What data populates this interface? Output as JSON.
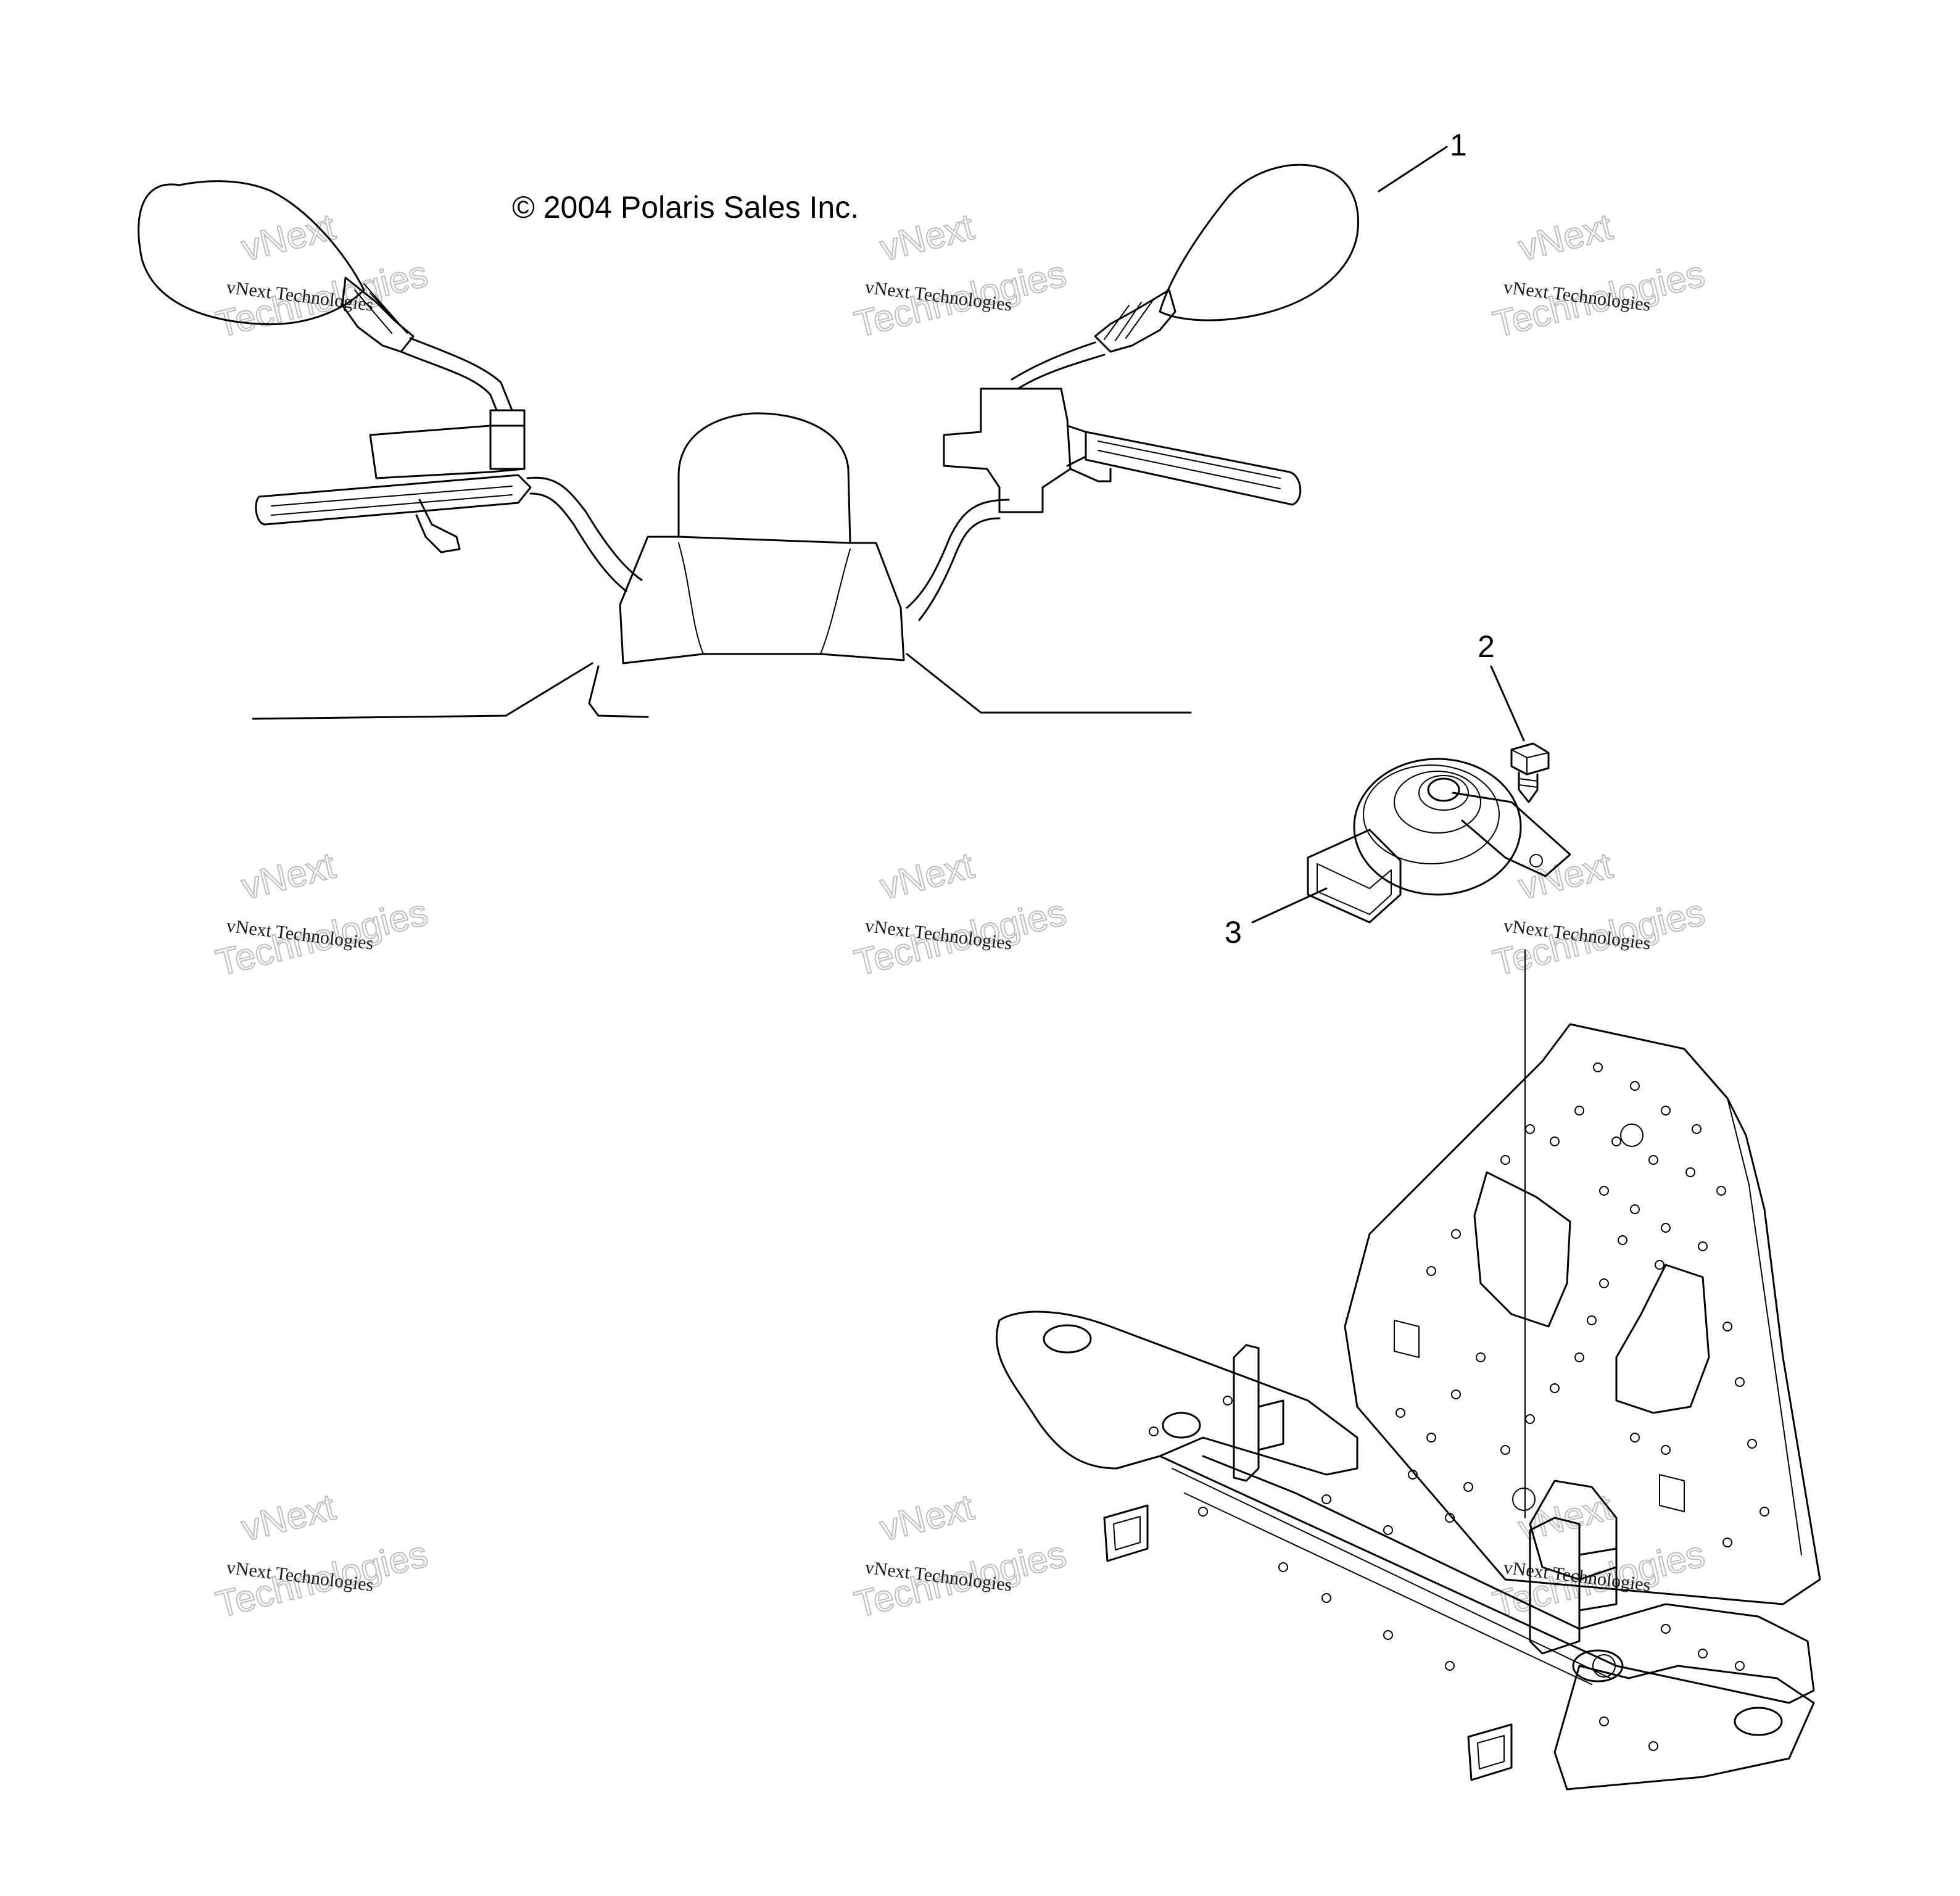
{
  "copyright": "© 2004 Polaris Sales Inc.",
  "callouts": [
    {
      "id": "1",
      "label": "1"
    },
    {
      "id": "2",
      "label": "2"
    },
    {
      "id": "3",
      "label": "3"
    }
  ],
  "watermark": {
    "line1": "vNext Technologies",
    "line2": "vNext",
    "line3": "Technologies"
  }
}
